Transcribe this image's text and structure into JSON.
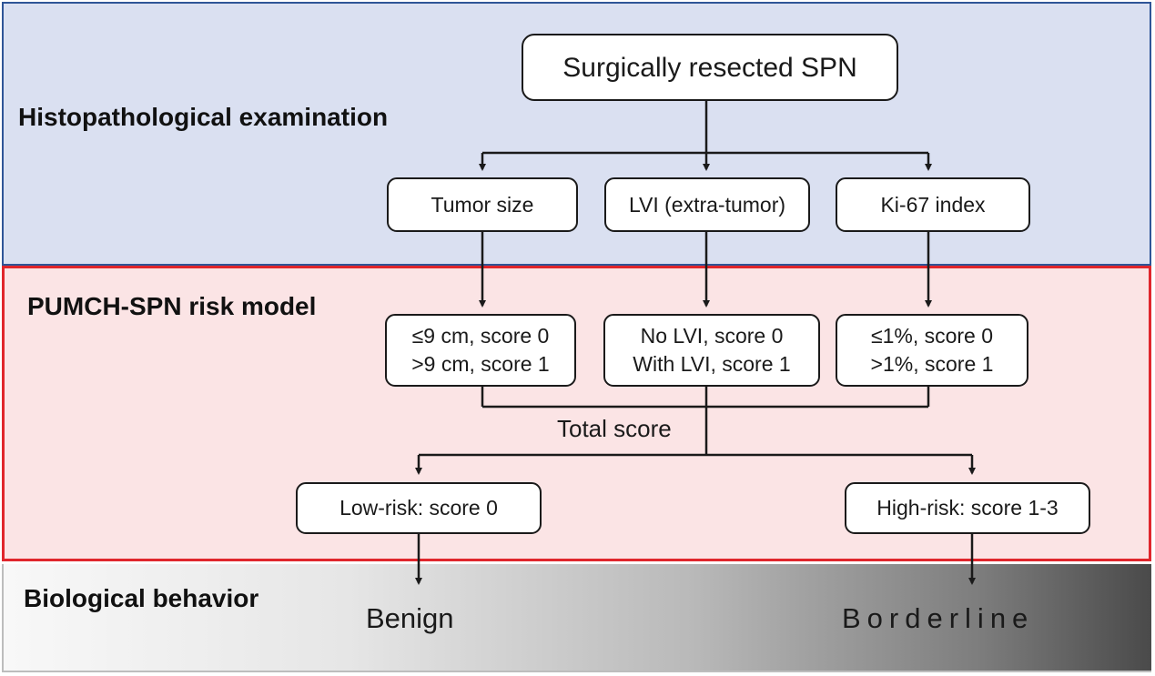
{
  "bands": {
    "histopathology": "Histopathological examination",
    "risk_model": "PUMCH-SPN risk model",
    "biological": "Biological behavior"
  },
  "nodes": {
    "root": "Surgically resected SPN",
    "tumor_size": "Tumor size",
    "lvi": "LVI (extra-tumor)",
    "ki67": "Ki-67 index",
    "tumor_scores": [
      "≤9 cm, score 0",
      ">9 cm, score 1"
    ],
    "lvi_scores": [
      "No LVI, score 0",
      "With LVI, score 1"
    ],
    "ki67_scores": [
      "≤1%, score 0",
      ">1%, score 1"
    ],
    "total_score": "Total score",
    "low_risk": "Low-risk: score 0",
    "high_risk": "High-risk: score 1-3"
  },
  "outcomes": {
    "benign": "Benign",
    "borderline": "Borderline"
  },
  "colors": {
    "histo_band_bg": "#dae0f1",
    "histo_band_border": "#2f5597",
    "risk_band_bg": "#fbe4e5",
    "risk_band_border": "#e0262c",
    "line": "#1a1a1a"
  }
}
